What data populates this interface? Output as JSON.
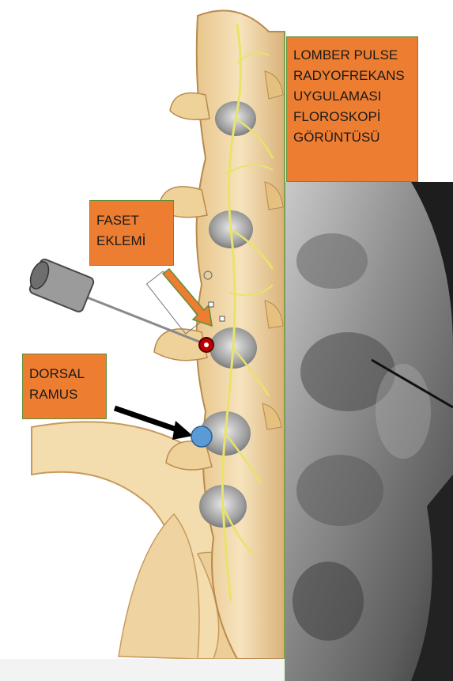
{
  "labels": {
    "title_lines": [
      "LOMBER PULSE",
      "RADYOFREKANS",
      "UYGULAMASI",
      "FLOROSKOPİ",
      "GÖRÜNTÜSÜ"
    ],
    "facet_lines": [
      "FASET",
      "EKLEMİ"
    ],
    "dorsal_lines": [
      "DORSAL",
      "RAMUS"
    ]
  },
  "colors": {
    "label_fill": "#ED7D31",
    "label_border": "#5f8f3a",
    "marker_blue": "#5B9BD5",
    "needle_tip_red": "#C00000",
    "nerve_yellow": "#E8E36A",
    "bone": "#F1D9A8"
  },
  "icons": [
    "spine-illustration",
    "needle",
    "fluoroscopy-image",
    "arrow",
    "target-marker"
  ]
}
